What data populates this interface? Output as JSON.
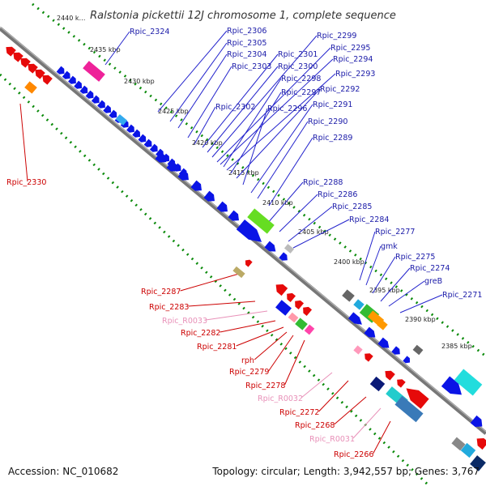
{
  "title": "Ralstonia pickettii 12J chromosome 1, complete sequence",
  "footer": {
    "accession": "Accession: NC_010682",
    "topology": "Topology: circular; Length: 3,942,557 bp; Genes: 3,767"
  },
  "colors": {
    "forward_gene": "#0a14e6",
    "reverse_gene": "#e60a0a",
    "forward_label": "#1a1aa8",
    "reverse_label": "#cc0000",
    "rna_label": "#e890b8",
    "backbone": "#777777",
    "gc_dots": "#0a8a0a"
  },
  "ticks": [
    "2440 k…",
    "2435 kbp",
    "2430 kbp",
    "2425 kbp",
    "2420 kbp",
    "2415 kbp",
    "2410 kbp",
    "2405 kbp",
    "2400 kbp",
    "2395 kbp",
    "2390 kbp",
    "2385 kbp"
  ],
  "forward_labels": [
    "Rpic_2324",
    "Rpic_2306",
    "Rpic_2305",
    "Rpic_2304",
    "Rpic_2303",
    "Rpic_2301",
    "Rpic_2300",
    "Rpic_2299",
    "Rpic_2295",
    "Rpic_2294",
    "Rpic_2298",
    "Rpic_2293",
    "Rpic_2297",
    "Rpic_2292",
    "Rpic_2302",
    "Rpic_2296",
    "Rpic_2291",
    "Rpic_2290",
    "Rpic_2289",
    "Rpic_2288",
    "Rpic_2286",
    "Rpic_2285",
    "Rpic_2284",
    "Rpic_2277",
    "gmk",
    "Rpic_2275",
    "Rpic_2274",
    "greB",
    "Rpic_2271"
  ],
  "reverse_labels": [
    "Rpic_2330",
    "Rpic_2287",
    "Rpic_2283",
    "Rpic_R0033",
    "Rpic_2282",
    "Rpic_2281",
    "rph",
    "Rpic_2279",
    "Rpic_2278",
    "Rpic_R0032",
    "Rpic_2272",
    "Rpic_2268",
    "Rpic_R0031",
    "Rpic_2266"
  ]
}
